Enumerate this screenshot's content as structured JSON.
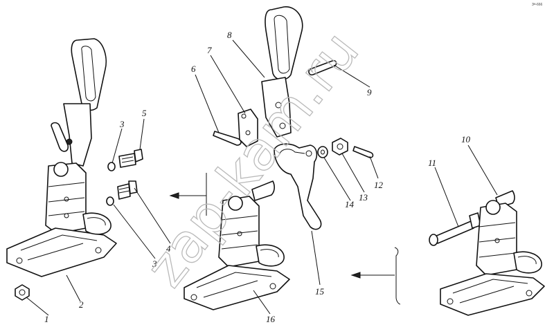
{
  "watermark": "zap-kam.ru",
  "figure_code": "3ᴹ-666",
  "callouts": [
    {
      "label": "1"
    },
    {
      "label": "2"
    },
    {
      "label": "3"
    },
    {
      "label": "5"
    },
    {
      "label": "3"
    },
    {
      "label": "4"
    },
    {
      "label": "6"
    },
    {
      "label": "7"
    },
    {
      "label": "8"
    },
    {
      "label": "9"
    },
    {
      "label": "12"
    },
    {
      "label": "13"
    },
    {
      "label": "14"
    },
    {
      "label": "15"
    },
    {
      "label": "16"
    },
    {
      "label": "10"
    },
    {
      "label": "11"
    }
  ]
}
